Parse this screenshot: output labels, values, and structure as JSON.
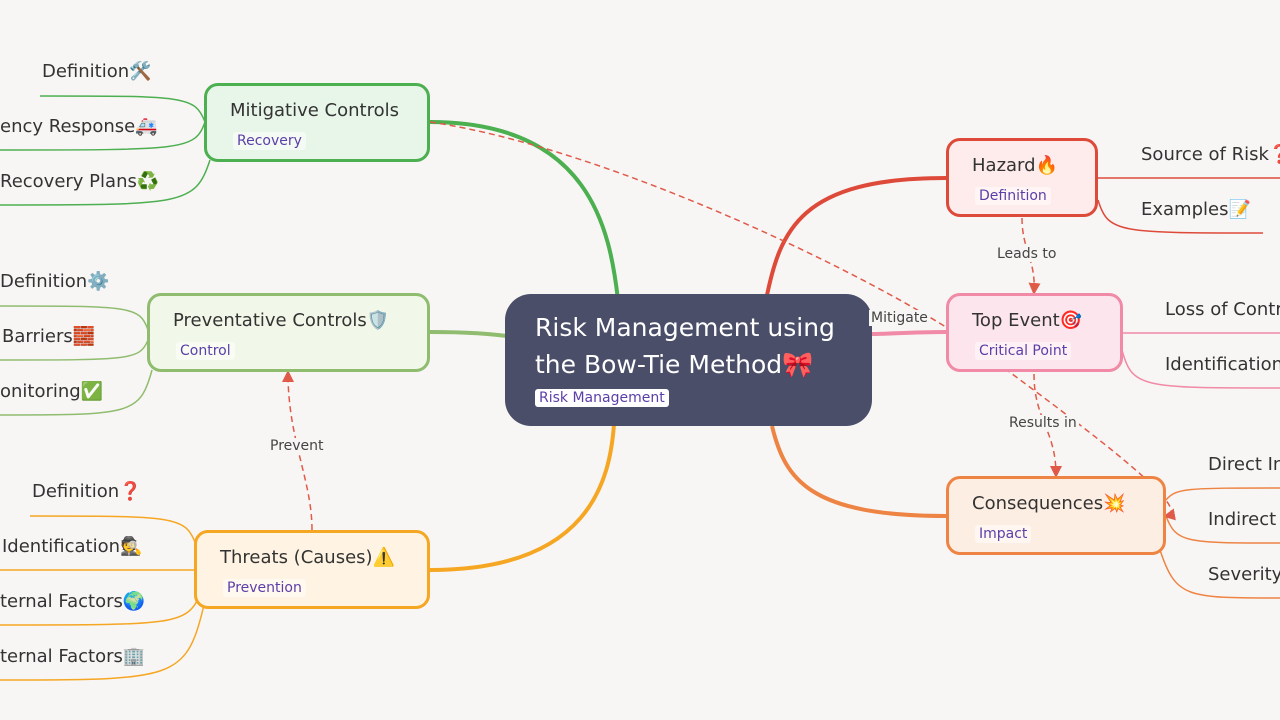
{
  "central": {
    "title": "Risk Management using the Bow-Tie Method🎀",
    "tag": "Risk Management"
  },
  "nodes": {
    "mitigative": {
      "title": "Mitigative Controls",
      "tag": "Recovery",
      "color": "#4caf50"
    },
    "preventative": {
      "title": "Preventative Controls🛡️",
      "tag": "Control",
      "color": "#8fbc6f"
    },
    "threats": {
      "title": "Threats (Causes)⚠️",
      "tag": "Prevention",
      "color": "#f5a623"
    },
    "hazard": {
      "title": "Hazard🔥",
      "tag": "Definition",
      "color": "#dd4a3a"
    },
    "top_event": {
      "title": "Top Event🎯",
      "tag": "Critical Point",
      "color": "#f08aa6"
    },
    "consequences": {
      "title": "Consequences💥",
      "tag": "Impact",
      "color": "#ee8444"
    }
  },
  "leaves": {
    "mitigative": [
      "Definition🛠️",
      "ency Response🚑",
      "Recovery Plans♻️"
    ],
    "preventative": [
      "Definition⚙️",
      "Barriers🧱",
      "onitoring✅"
    ],
    "threats": [
      "Definition❓",
      "Identification🕵️",
      "ternal Factors🌍",
      "ternal Factors🏢"
    ],
    "hazard": [
      "Source of Risk❓",
      "Examples📝"
    ],
    "top_event": [
      "Loss of Contr",
      "Identification"
    ],
    "consequences": [
      "Direct In",
      "Indirect",
      "Severity"
    ]
  },
  "edge_labels": {
    "leads_to": "Leads to",
    "results_in": "Results in",
    "mitigate": "Mitigate",
    "prevent": "Prevent"
  }
}
